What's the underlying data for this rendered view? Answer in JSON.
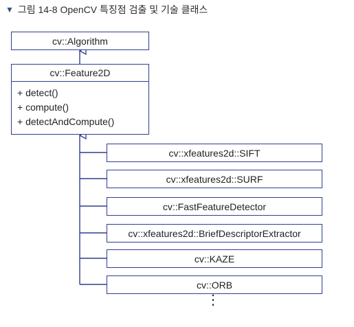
{
  "caption": {
    "icon": "triangle-down-icon",
    "text": "그림 14-8 OpenCV 특징점 검출 및 기술 클래스"
  },
  "algorithm": {
    "name": "cv::Algorithm"
  },
  "feature2d": {
    "name": "cv::Feature2D",
    "methods": [
      "+ detect()",
      "+ compute()",
      "+ detectAndCompute()"
    ]
  },
  "subclasses": [
    "cv::xfeatures2d::SIFT",
    "cv::xfeatures2d::SURF",
    "cv::FastFeatureDetector",
    "cv::xfeatures2d::BriefDescriptorExtractor",
    "cv::KAZE",
    "cv::ORB"
  ],
  "more": "⋮",
  "colors": {
    "line": "#2d3d8e",
    "text": "#1f1f1f"
  }
}
